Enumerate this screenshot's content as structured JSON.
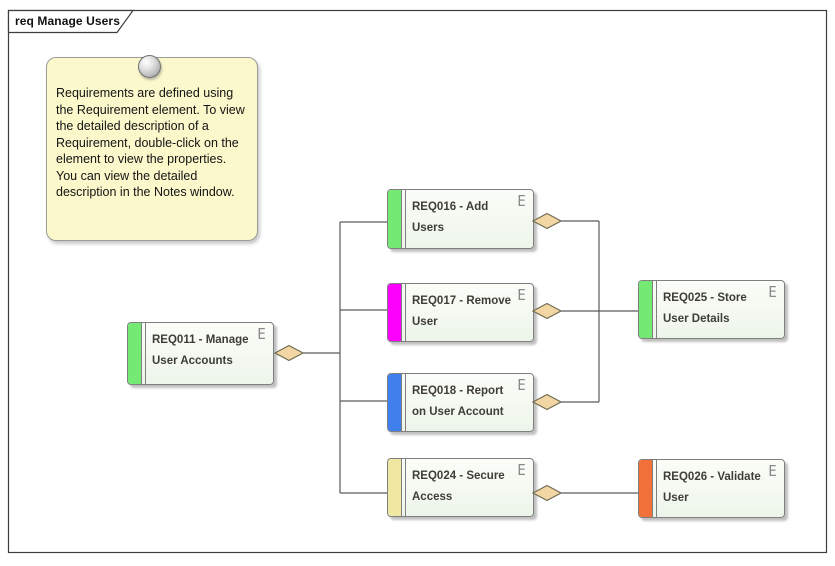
{
  "diagram": {
    "frame_label": "req Manage Users",
    "note": {
      "text": "Requirements are defined using the Requirement element.  To view the detailed description of a Requirement, double-click on the element to view the properties. You can view the detailed description in the Notes window."
    }
  },
  "requirements": [
    {
      "id": "REQ011",
      "name": "REQ011 - Manage User Accounts",
      "line1": "REQ011 - Manage",
      "line2": "User Accounts",
      "badge": "E",
      "bar_color": "#74ea74"
    },
    {
      "id": "REQ016",
      "name": "REQ016 - Add Users",
      "line1": "REQ016 - Add",
      "line2": "Users",
      "badge": "E",
      "bar_color": "#74ea74"
    },
    {
      "id": "REQ017",
      "name": "REQ017 - Remove User",
      "line1": "REQ017 - Remove",
      "line2": "User",
      "badge": "E",
      "bar_color": "#fb00fb"
    },
    {
      "id": "REQ018",
      "name": "REQ018 - Report on User Account",
      "line1": "REQ018 - Report",
      "line2": "on User Account",
      "badge": "E",
      "bar_color": "#4080ec"
    },
    {
      "id": "REQ024",
      "name": "REQ024 - Secure Access",
      "line1": "REQ024 - Secure",
      "line2": "Access",
      "badge": "E",
      "bar_color": "#f0e8a2"
    },
    {
      "id": "REQ025",
      "name": "REQ025 - Store User Details",
      "line1": "REQ025 - Store",
      "line2": "User Details",
      "badge": "E",
      "bar_color": "#74ea74"
    },
    {
      "id": "REQ026",
      "name": "REQ026 - Validate User",
      "line1": "REQ026 - Validate",
      "line2": "User",
      "badge": "E",
      "bar_color": "#f2703a"
    }
  ],
  "relationships": [
    {
      "diamond_end": "REQ011",
      "connected_to": [
        "REQ016",
        "REQ017",
        "REQ018",
        "REQ024"
      ],
      "type": "aggregation"
    },
    {
      "diamond_end": "REQ016",
      "connected_to": [
        "REQ025"
      ],
      "type": "aggregation"
    },
    {
      "diamond_end": "REQ017",
      "connected_to": [
        "REQ025"
      ],
      "type": "aggregation"
    },
    {
      "diamond_end": "REQ018",
      "connected_to": [
        "REQ025"
      ],
      "type": "aggregation"
    },
    {
      "diamond_end": "REQ024",
      "connected_to": [
        "REQ026"
      ],
      "type": "aggregation"
    }
  ],
  "colors": {
    "connector": "#5a5a5a",
    "diamond_fill": "#f2d7a4",
    "diamond_stroke": "#6e6a52",
    "frame_border": "#3d3d3d",
    "note_background": "#fbf8cb",
    "box_border": "#7f7f7f"
  }
}
